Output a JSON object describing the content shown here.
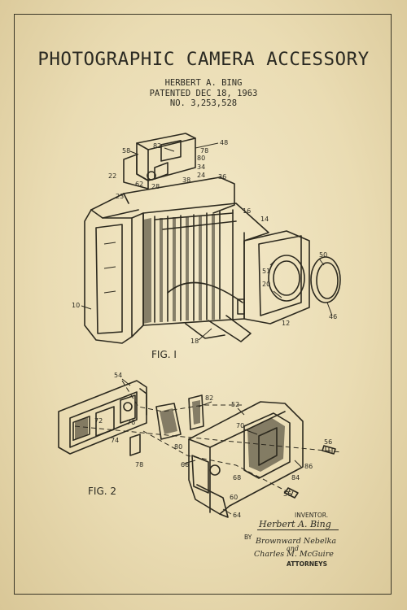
{
  "title": "PHOTOGRAPHIC CAMERA ACCESSORY",
  "inventor_line": "HERBERT A. BING",
  "patented_line": "PATENTED DEC 18, 1963",
  "number_line": "NO. 3,253,528",
  "fig1": {
    "label": "FIG. I",
    "refs": [
      "82",
      "48",
      "58",
      "78",
      "80",
      "34",
      "22",
      "24",
      "36",
      "62",
      "28",
      "38",
      "23",
      "16",
      "14",
      "50",
      "51",
      "20",
      "10",
      "12",
      "46",
      "18"
    ]
  },
  "fig2": {
    "label": "FIG. 2",
    "refs": [
      "54",
      "82",
      "52",
      "72",
      "76",
      "70",
      "74",
      "80",
      "56",
      "78",
      "66",
      "86",
      "68",
      "84",
      "56",
      "60",
      "64"
    ]
  },
  "signature_block": {
    "inventor_caption": "INVENTOR.",
    "inventor_signature": "Herbert A. Bing",
    "by": "BY",
    "attorney_signature_1": "Brownward Nebelka",
    "attorney_signature_and": "and",
    "attorney_signature_2": "Charles M. McGuire",
    "attorneys_caption": "ATTORNEYS"
  }
}
